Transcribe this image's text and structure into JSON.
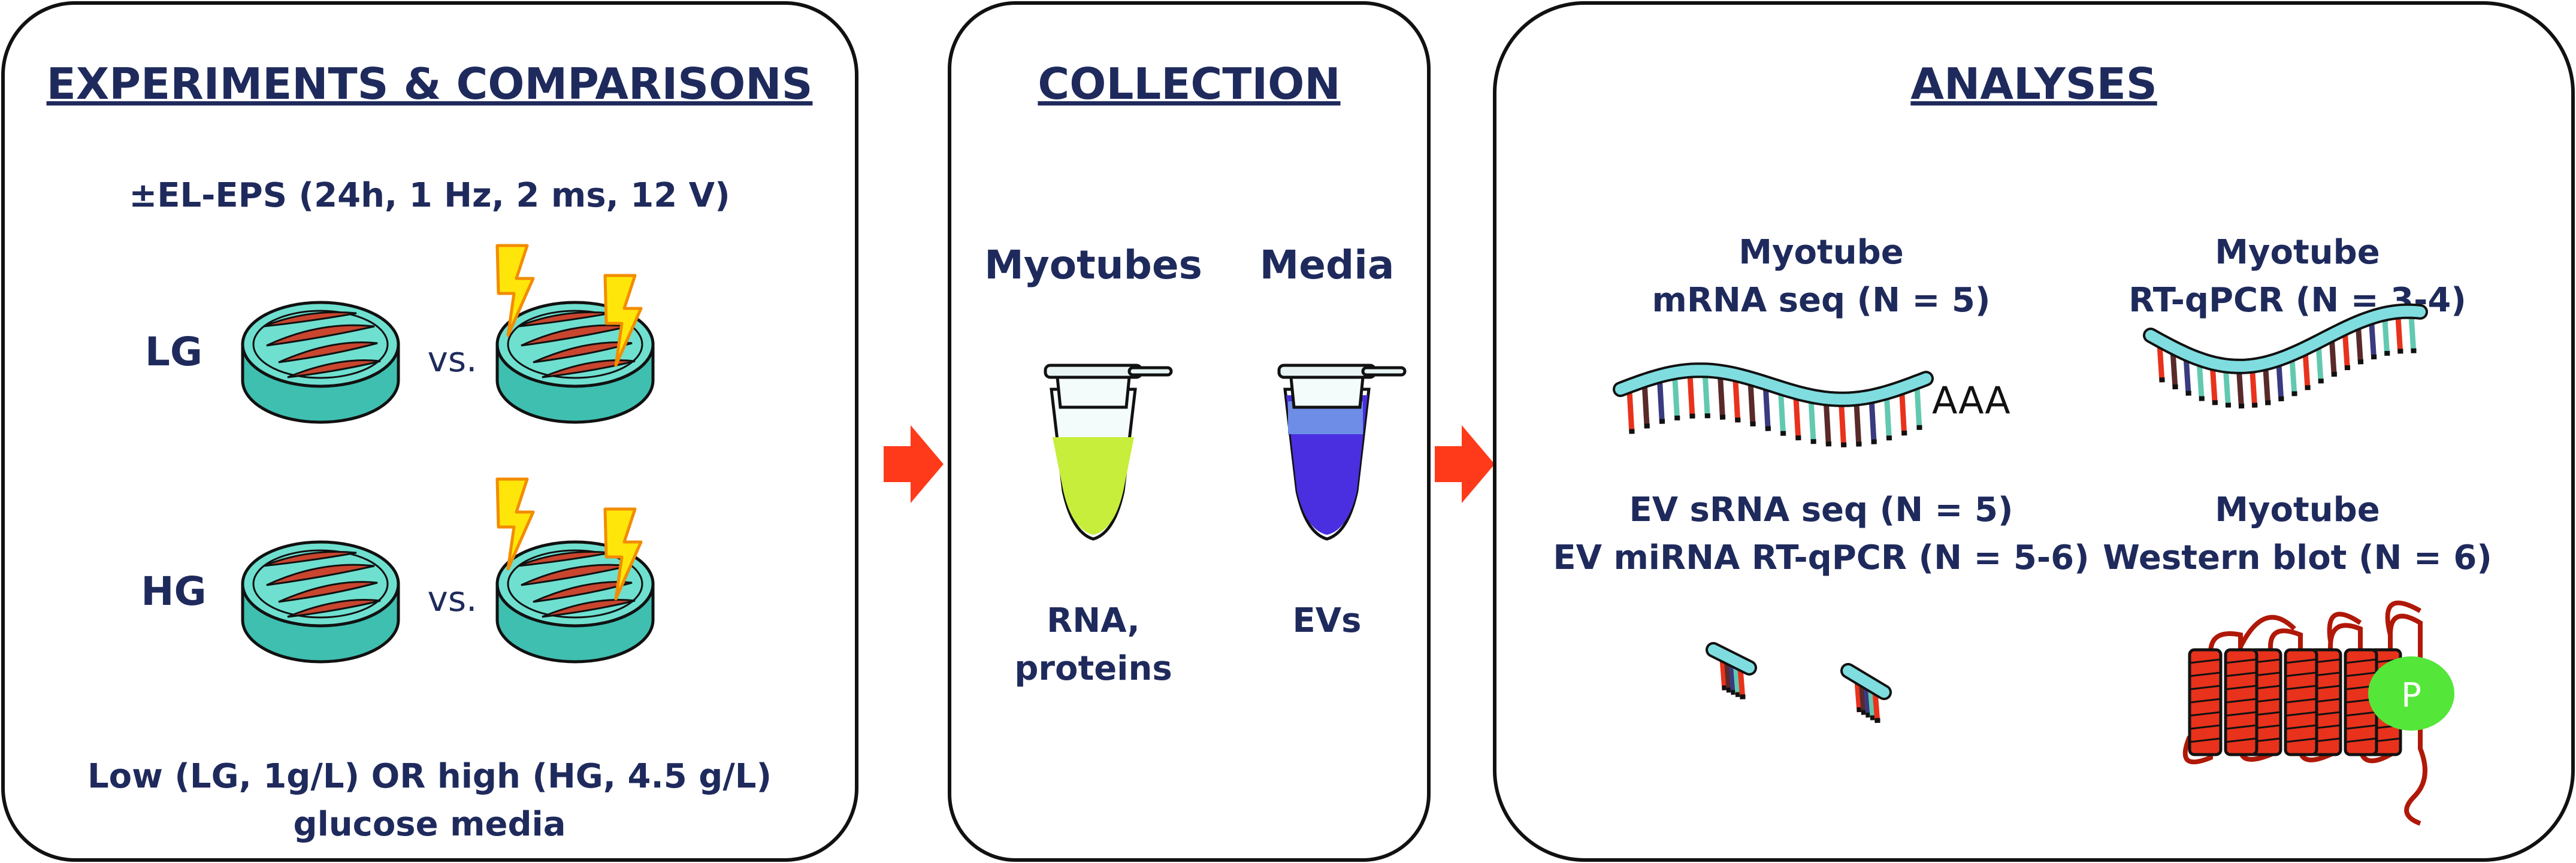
{
  "panels": {
    "experiments": {
      "title": "EXPERIMENTS & COMPARISONS",
      "protocol": "±EL-EPS (24h, 1 Hz, 2 ms, 12 V)",
      "rows": [
        {
          "label": "LG",
          "vs": "vs."
        },
        {
          "label": "HG",
          "vs": "vs."
        }
      ],
      "footer_line1": "Low (LG, 1g/L) OR high (HG, 4.5 g/L)",
      "footer_line2": "glucose media"
    },
    "collection": {
      "title": "COLLECTION",
      "col1_header": "Myotubes",
      "col2_header": "Media",
      "col1_output_line1": "RNA,",
      "col1_output_line2": "proteins",
      "col2_output": "EVs"
    },
    "analyses": {
      "title": "ANALYSES",
      "mrna_line1": "Myotube",
      "mrna_line2": "mRNA seq (N = 5)",
      "mrna_tail": "AAA",
      "rtqpcr_line1": "Myotube",
      "rtqpcr_line2": "RT-qPCR (N = 3-4)",
      "ev_line1": "EV sRNA seq (N = 5)",
      "ev_line2": "EV miRNA RT-qPCR (N = 5-6)",
      "wb_line1": "Myotube",
      "wb_line2": "Western blot (N = 6)",
      "phospho": "P"
    }
  },
  "colors": {
    "dish": "#6fe0d0",
    "dish_dark": "#3fbfb0",
    "cell": "#c9452e",
    "lightning": "#ffe60a",
    "arrow": "#ff3a1a",
    "rna_backbone": "#7fdde0",
    "protein": "#e8321c",
    "phospho": "#55e63a",
    "tube_green": "#c6ee3a",
    "tube_blue": "#4a2fe0",
    "text": "#1f2a5c"
  }
}
